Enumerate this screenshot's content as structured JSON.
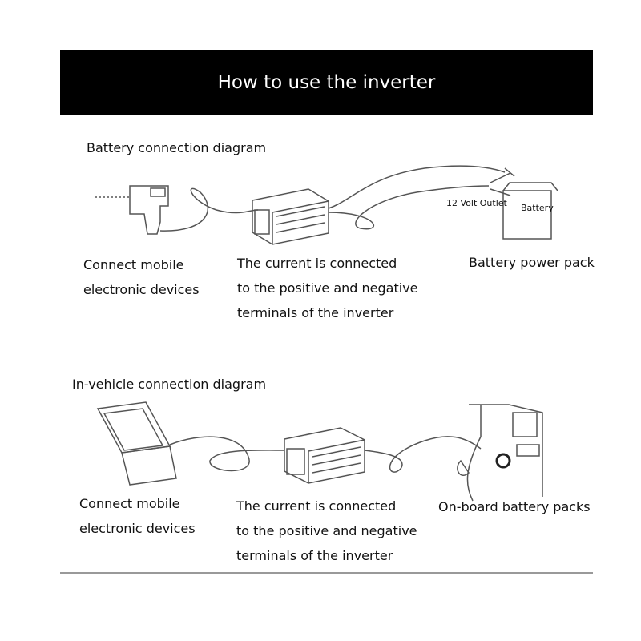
{
  "header": {
    "title": "How to use the inverter"
  },
  "battery_section": {
    "title": "Battery connection diagram",
    "outlet_label": "12 Volt Outlet",
    "battery_label": "Battery",
    "captions": {
      "device": [
        "Connect mobile",
        "electronic devices"
      ],
      "current": [
        "The current is connected",
        "to the positive and negative",
        "terminals of the inverter"
      ],
      "source": [
        "Battery power pack"
      ]
    }
  },
  "vehicle_section": {
    "title": "In-vehicle connection diagram",
    "captions": {
      "device": [
        "Connect mobile",
        "electronic devices"
      ],
      "current": [
        "The current is connected",
        "to the positive and negative",
        "terminals of the inverter"
      ],
      "source": [
        "On-board battery packs"
      ]
    }
  }
}
